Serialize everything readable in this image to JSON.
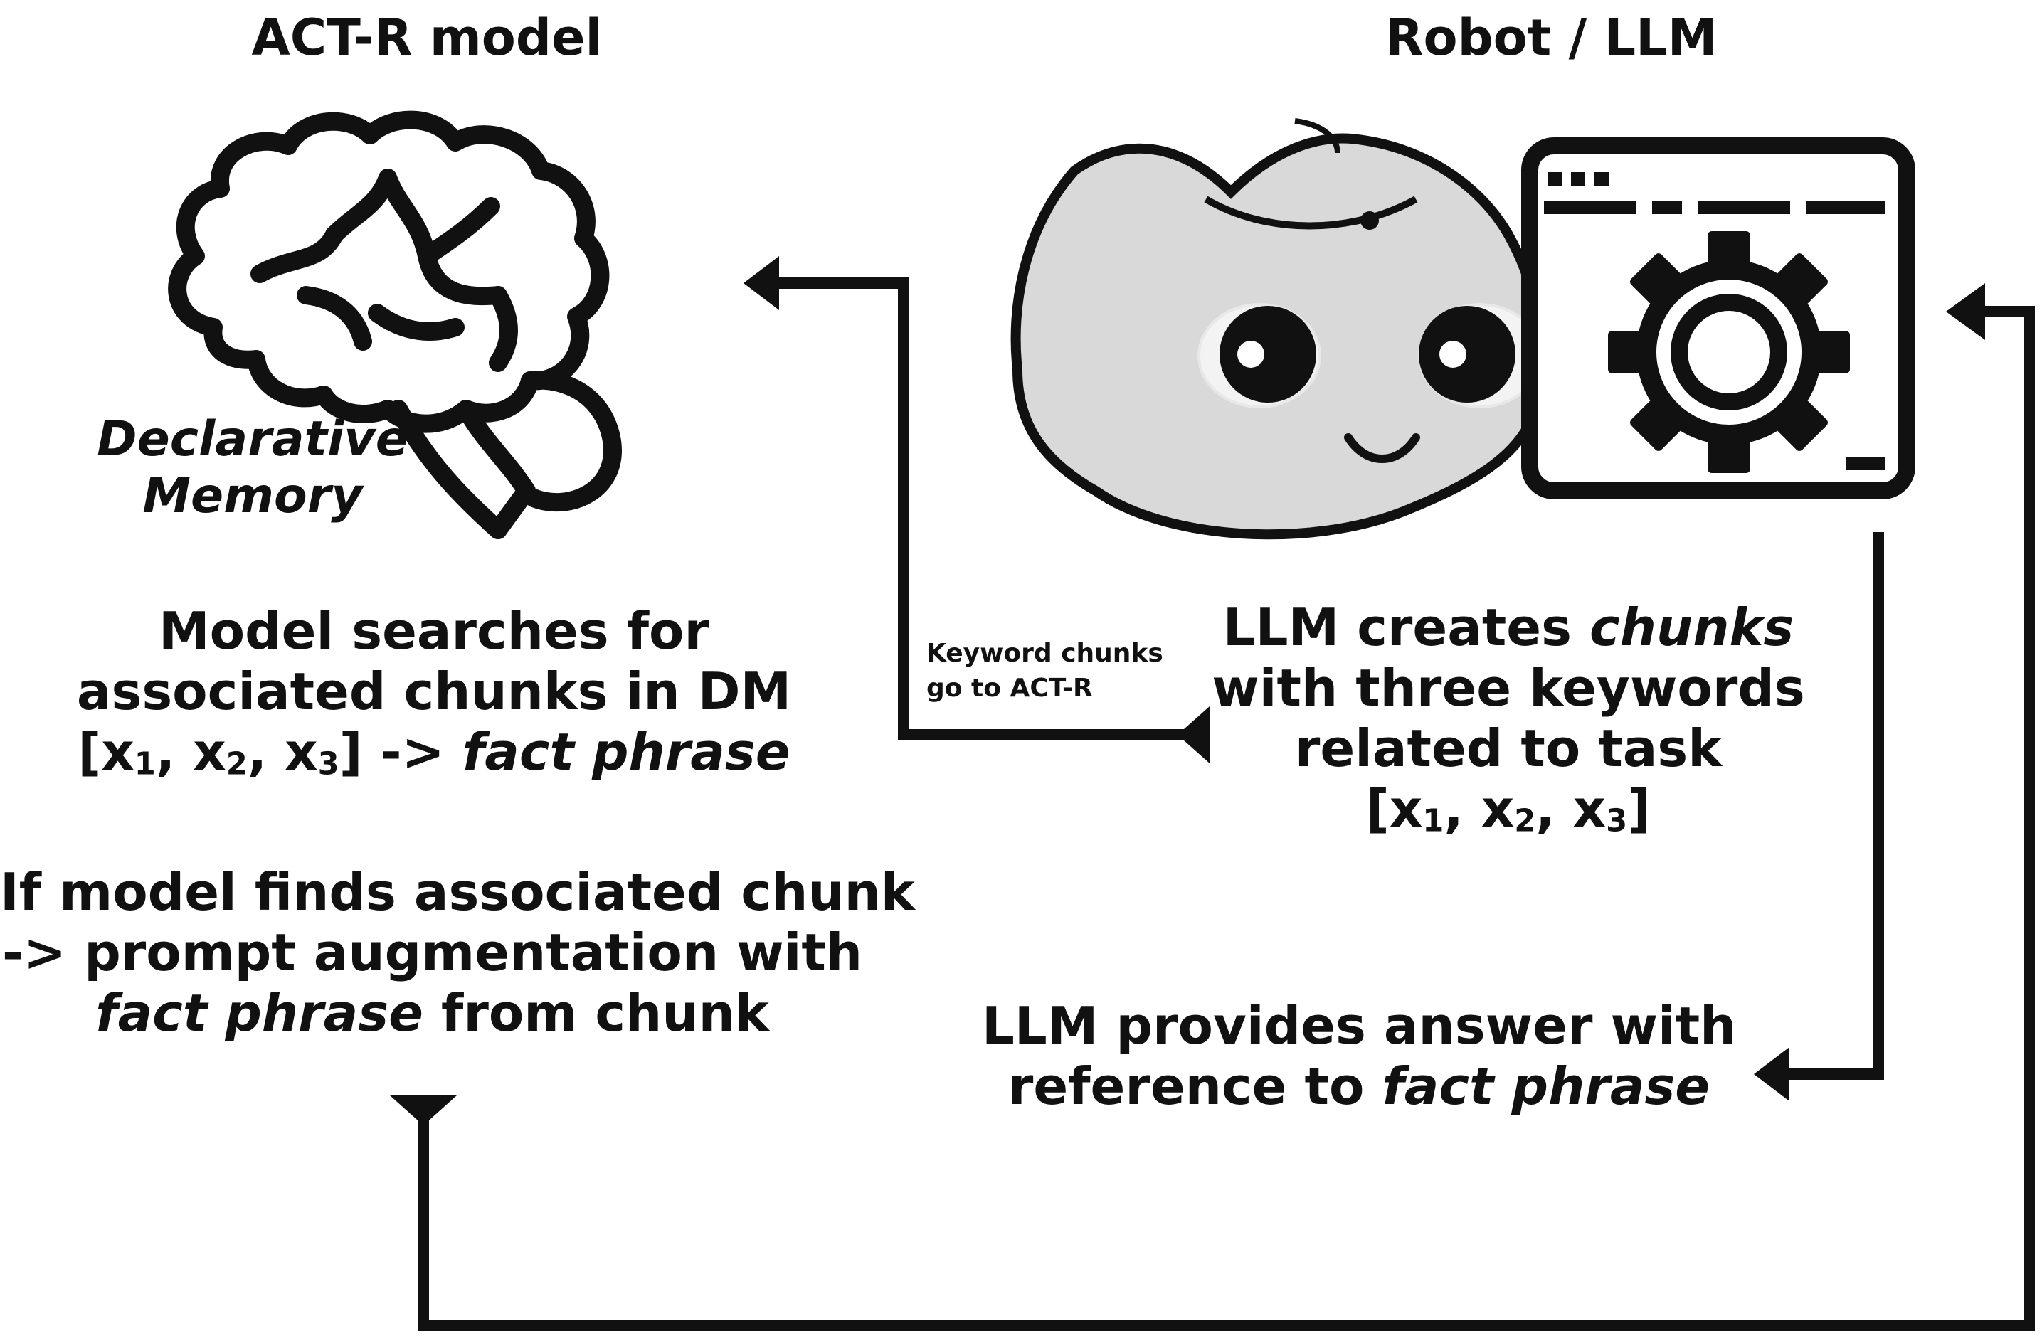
{
  "left": {
    "title": "ACT-R model",
    "brain_label_1": "Declarative",
    "brain_label_2": "Memory",
    "search": {
      "line1": "Model searches for",
      "line2": "associated chunks in DM",
      "vector_open": "[x",
      "s1": "1",
      "sep1": ", x",
      "s2": "2",
      "sep2": ", x",
      "s3": "3",
      "arrow": "] -> ",
      "fact": "fact phrase"
    },
    "augment": {
      "line1": "If model finds associated chunk",
      "line2": "-> prompt augmentation with",
      "fact": "fact phrase",
      "tail": " from chunk"
    }
  },
  "right": {
    "title": "Robot / LLM",
    "create": {
      "line1_a": "LLM creates ",
      "line1_b": "chunks",
      "line2": "with three keywords",
      "line3": "related to task",
      "vector_open": "[x",
      "s1": "1",
      "sep1": ", x",
      "s2": "2",
      "sep2": ", x",
      "s3": "3",
      "vector_close": "]"
    },
    "answer": {
      "line1": "LLM provides answer with",
      "line2_a": "reference to ",
      "fact": "fact phrase"
    }
  },
  "connector": {
    "line1": "Keyword chunks",
    "line2": "go to ACT-R"
  }
}
